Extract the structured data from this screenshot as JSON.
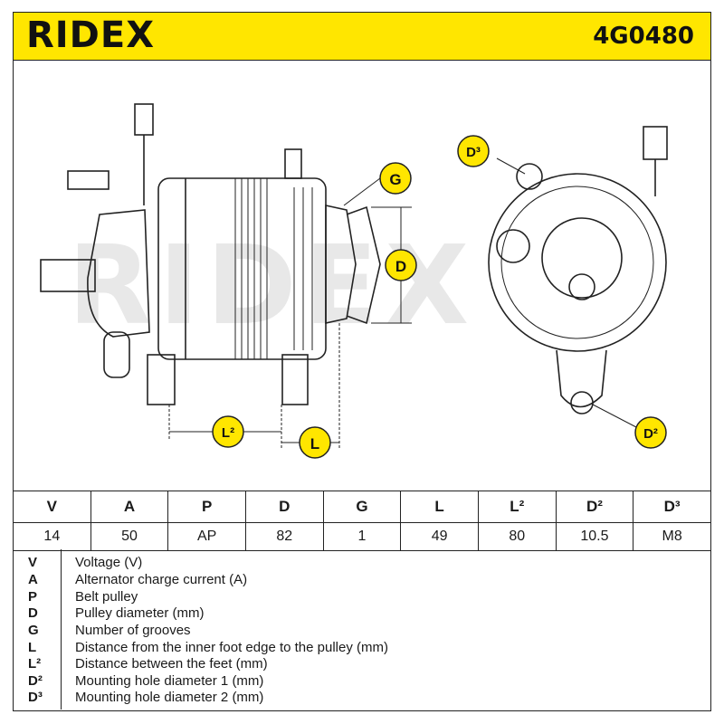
{
  "header": {
    "brand": "RIDEX",
    "part_number": "4G0480"
  },
  "drawing": {
    "callouts": [
      "G",
      "D",
      "L²",
      "L",
      "D³",
      "D²"
    ],
    "watermark": "RIDEX"
  },
  "specs": {
    "headers": [
      "V",
      "A",
      "P",
      "D",
      "G",
      "L",
      "L²",
      "D²",
      "D³"
    ],
    "values": [
      "14",
      "50",
      "AP",
      "82",
      "1",
      "49",
      "80",
      "10.5",
      "M8"
    ]
  },
  "legend": [
    {
      "key": "V",
      "desc": "Voltage (V)"
    },
    {
      "key": "A",
      "desc": "Alternator charge current (A)"
    },
    {
      "key": "P",
      "desc": "Belt pulley"
    },
    {
      "key": "D",
      "desc": "Pulley diameter (mm)"
    },
    {
      "key": "G",
      "desc": "Number of grooves"
    },
    {
      "key": "L",
      "desc": "Distance from the inner foot edge to the pulley (mm)"
    },
    {
      "key": "L²",
      "desc": "Distance between the feet (mm)"
    },
    {
      "key": "D²",
      "desc": "Mounting hole diameter 1 (mm)"
    },
    {
      "key": "D³",
      "desc": "Mounting hole diameter 2 (mm)"
    }
  ],
  "colors": {
    "brand_yellow": "#ffe600",
    "outline": "#222222"
  }
}
